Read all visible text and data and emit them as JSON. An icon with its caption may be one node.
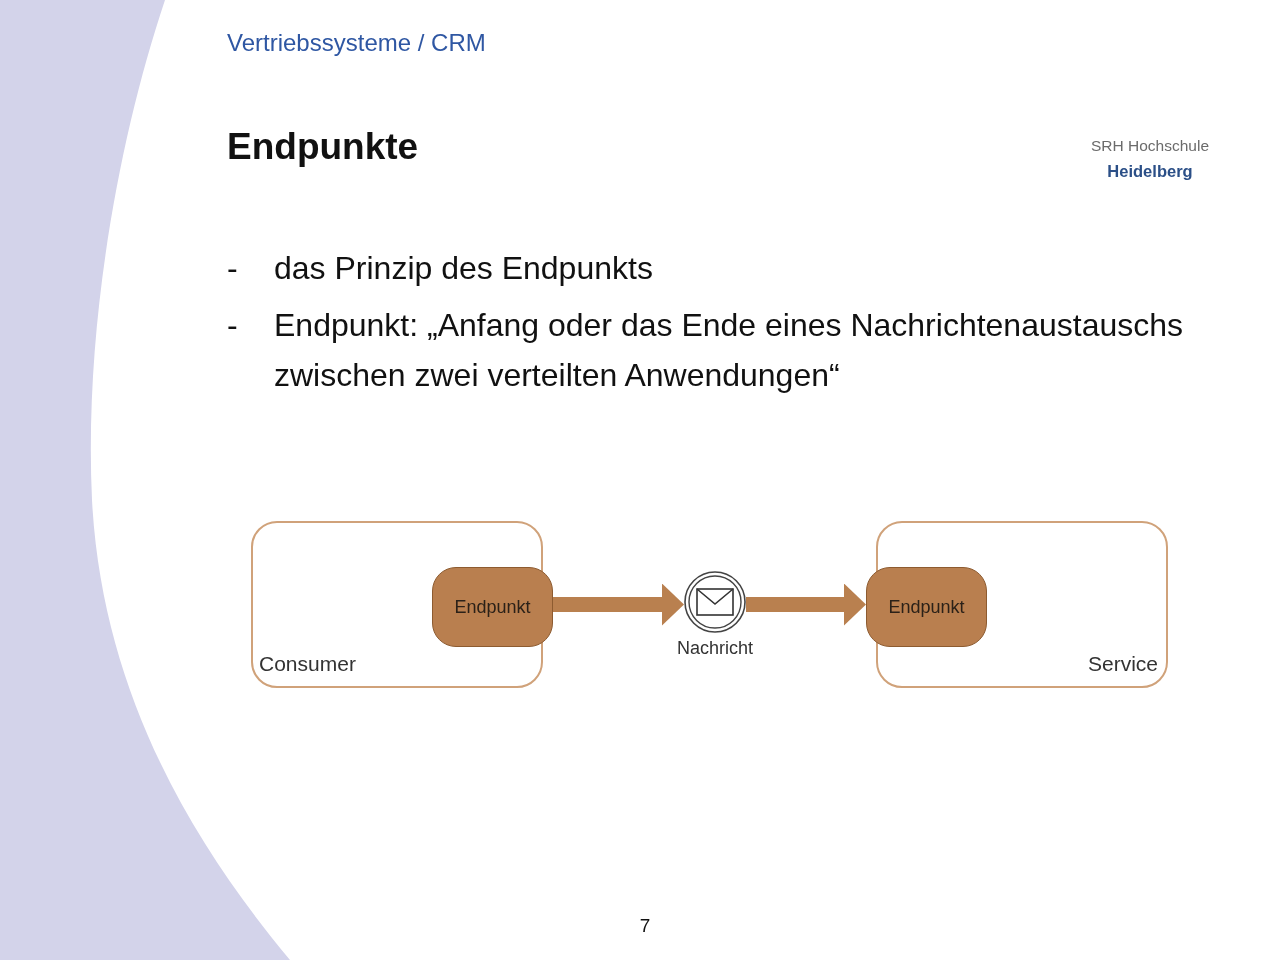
{
  "diagram": {
    "title": "Endpunkte",
    "nodes": [
      {
        "text": [
          "Consumer"
        ]
      },
      {
        "text": [
          "Endpunkt"
        ]
      },
      {
        "text": [],
        "shape": "circle",
        "beside": [
          "Nachricht"
        ]
      },
      {
        "text": [
          "Endpunkt"
        ]
      },
      {
        "text": [
          "Service"
        ]
      }
    ],
    "edges": [
      {
        "from": 1,
        "to": 2,
        "arrow": "to"
      },
      {
        "from": 2,
        "to": 3,
        "arrow": "to"
      }
    ],
    "labels": [
      "Vertriebssysteme / CRM",
      "SRH Hochschule",
      "Heidelberg",
      "-",
      "das Prinzip des Endpunkts",
      "-",
      "Endpunkt: „Anfang oder das Ende eines Nachrichtenaustauschs zwischen zwei verteilten Anwendungen“",
      "7"
    ]
  }
}
